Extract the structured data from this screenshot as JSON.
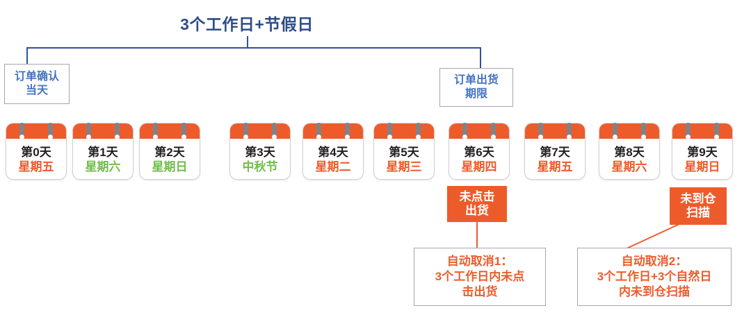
{
  "diagram": {
    "title": "3个工作日+节假日",
    "labels": {
      "order_confirm": {
        "line1": "订单确认",
        "line2": "当天"
      },
      "order_ship": {
        "line1": "订单出货",
        "line2": "期限"
      }
    },
    "days": [
      {
        "day": "第0天",
        "weekday": "星期五",
        "color": "orange"
      },
      {
        "day": "第1天",
        "weekday": "星期六",
        "color": "green"
      },
      {
        "day": "第2天",
        "weekday": "星期日",
        "color": "green"
      },
      {
        "day": "第3天",
        "weekday": "中秋节",
        "color": "green"
      },
      {
        "day": "第4天",
        "weekday": "星期二",
        "color": "orange"
      },
      {
        "day": "第5天",
        "weekday": "星期三",
        "color": "orange"
      },
      {
        "day": "第6天",
        "weekday": "星期四",
        "color": "orange"
      },
      {
        "day": "第7天",
        "weekday": "星期五",
        "color": "orange"
      },
      {
        "day": "第8天",
        "weekday": "星期六",
        "color": "orange"
      },
      {
        "day": "第9天",
        "weekday": "星期日",
        "color": "orange"
      }
    ],
    "tags": {
      "not_clicked": {
        "line1": "未点击",
        "line2": "出货"
      },
      "not_scanned": {
        "line1": "未到仓",
        "line2": "扫描"
      }
    },
    "notes": {
      "cancel_1": {
        "line1": "自动取消1：",
        "line2": "3个工作日内未点",
        "line3": "击出货"
      },
      "cancel_2": {
        "line1": "自动取消2：",
        "line2": "3个工作日+3个自然日",
        "line3": "内未到仓扫描"
      }
    },
    "colors": {
      "accent_orange": "#EE5B2B",
      "accent_green": "#6FBE4A",
      "title_blue": "#2C4C85",
      "label_blue": "#4472C4",
      "bracket_blue": "#2E5496",
      "border_gray": "#A6A6A6"
    }
  }
}
